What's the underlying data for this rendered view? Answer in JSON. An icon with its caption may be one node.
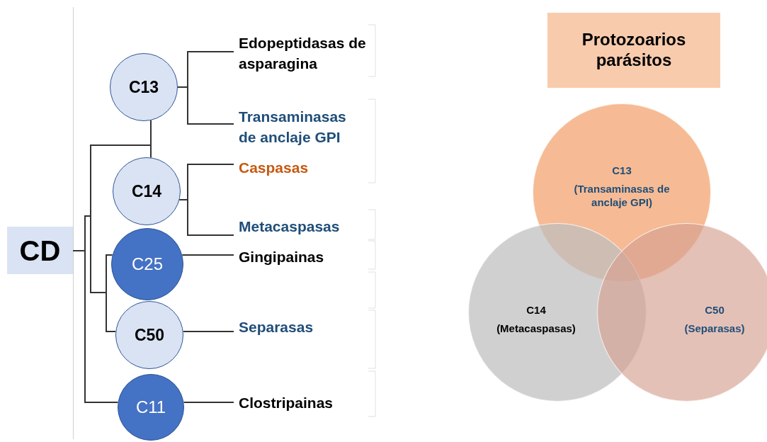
{
  "diagram": {
    "nodes": [
      {
        "text": [
          "CD"
        ]
      },
      {
        "text": [
          "C13"
        ]
      },
      {
        "text": [
          "C14"
        ]
      },
      {
        "text": [
          "C25"
        ]
      },
      {
        "text": [
          "C50"
        ]
      },
      {
        "text": [
          "C11"
        ]
      },
      {
        "text": [
          "Edopeptidasas de asparagina"
        ]
      },
      {
        "text": [
          "Transaminasas de anclaje GPI"
        ]
      },
      {
        "text": [
          "Caspasas"
        ]
      },
      {
        "text": [
          "Metacaspasas"
        ]
      },
      {
        "text": [
          "Gingipainas"
        ]
      },
      {
        "text": [
          "Separasas"
        ]
      },
      {
        "text": [
          "Clostripainas"
        ]
      },
      {
        "text": [
          "Protozoarios parásitos"
        ]
      },
      {
        "text": [
          "C13",
          "(Transaminasas de anclaje GPI)"
        ]
      },
      {
        "text": [
          "C14",
          "(Metacaspasas)"
        ]
      },
      {
        "text": [
          "C50",
          "(Separasas)"
        ]
      }
    ],
    "edges": [
      {
        "from": 0,
        "to": 1,
        "arrow": "none"
      },
      {
        "from": 0,
        "to": 2,
        "arrow": "none"
      },
      {
        "from": 0,
        "to": 3,
        "arrow": "none"
      },
      {
        "from": 0,
        "to": 4,
        "arrow": "none"
      },
      {
        "from": 0,
        "to": 5,
        "arrow": "none"
      },
      {
        "from": 1,
        "to": 6,
        "arrow": "none"
      },
      {
        "from": 1,
        "to": 7,
        "arrow": "none"
      },
      {
        "from": 2,
        "to": 8,
        "arrow": "none"
      },
      {
        "from": 2,
        "to": 9,
        "arrow": "none"
      },
      {
        "from": 3,
        "to": 10,
        "arrow": "none"
      },
      {
        "from": 4,
        "to": 11,
        "arrow": "none"
      },
      {
        "from": 5,
        "to": 12,
        "arrow": "none"
      }
    ]
  }
}
